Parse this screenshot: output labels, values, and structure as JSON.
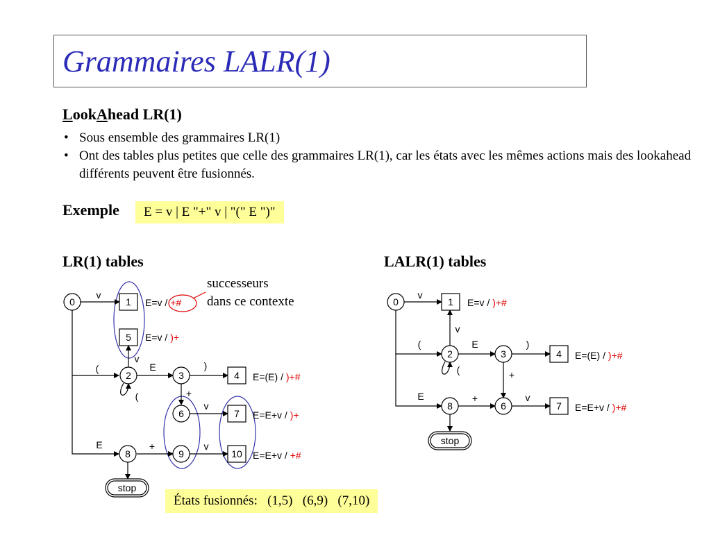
{
  "title": "Grammaires LALR(1)",
  "heading": {
    "l1": "L",
    "l2": "ook",
    "l3": "A",
    "l4": "head LR(1)"
  },
  "bullets": [
    "Sous ensemble des grammaires LR(1)",
    "Ont des tables plus petites que celle des grammaires LR(1), car les états avec les mêmes actions mais des lookahead différents peuvent être fusionnés."
  ],
  "bullet_symbol": "•",
  "exemple": {
    "label": "Exemple",
    "grammar": "E = v | E \"+\" v | \"(\" E \")\""
  },
  "lr1": {
    "title": "LR(1) tables",
    "annotation_line1": "successeurs",
    "annotation_line2": "dans ce contexte",
    "states": [
      "0",
      "1",
      "5",
      "2",
      "3",
      "4",
      "6",
      "7",
      "8",
      "9",
      "10"
    ],
    "stop": "stop",
    "edges": {
      "e01": "v",
      "e21": "v",
      "e02": "(",
      "e23": "E",
      "e34": ")",
      "e22": "(",
      "e36": "+",
      "e67": "v",
      "e08": "E",
      "e89": "+",
      "e910": "v"
    },
    "reductions": {
      "r1": {
        "rule": "E=v / ",
        "la": "+#"
      },
      "r5": {
        "rule": "E=v / ",
        "la": ")+"
      },
      "r4": {
        "rule": "E=(E) / ",
        "la": ")+#"
      },
      "r7": {
        "rule": "E=E+v / ",
        "la": ")+"
      },
      "r10": {
        "rule": "E=E+v / ",
        "la": "+#"
      }
    }
  },
  "lalr": {
    "title": "LALR(1) tables",
    "states": [
      "0",
      "1",
      "2",
      "3",
      "4",
      "8",
      "6",
      "7"
    ],
    "stop": "stop",
    "edges": {
      "e01": "v",
      "e21": "v",
      "e02": "(",
      "e23": "E",
      "e34": ")",
      "e22": "(",
      "e36": "+",
      "e08": "E",
      "e86": "+",
      "e67": "v"
    },
    "reductions": {
      "r1": {
        "rule": "E=v / ",
        "la": ")+#"
      },
      "r4": {
        "rule": "E=(E) / ",
        "la": ")+#"
      },
      "r7": {
        "rule": "E=E+v / ",
        "la": ")+#"
      }
    }
  },
  "fusion": "États fusionnés:   (1,5)   (6,9)   (7,10)",
  "colors": {
    "title": "#2b2bb8",
    "highlight": "#ffff99",
    "lookahead": "#e00000",
    "grouping": "#3333aa"
  }
}
